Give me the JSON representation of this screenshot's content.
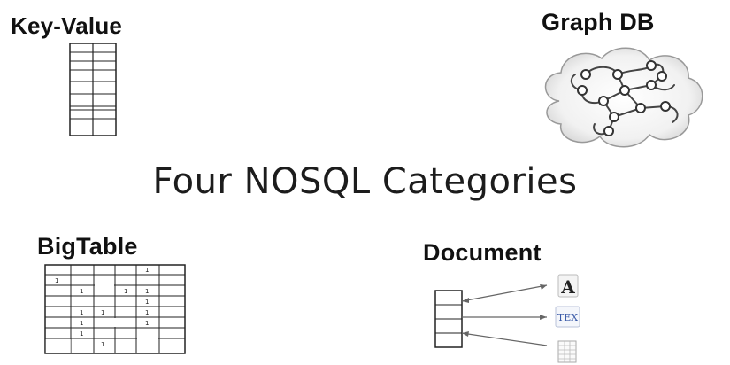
{
  "title": "Four NOSQL Categories",
  "categories": {
    "key_value": "Key-Value",
    "graph_db": "Graph DB",
    "bigtable": "BigTable",
    "document": "Document"
  },
  "document_icons": {
    "tex": "TEX",
    "font_letter": "A"
  }
}
